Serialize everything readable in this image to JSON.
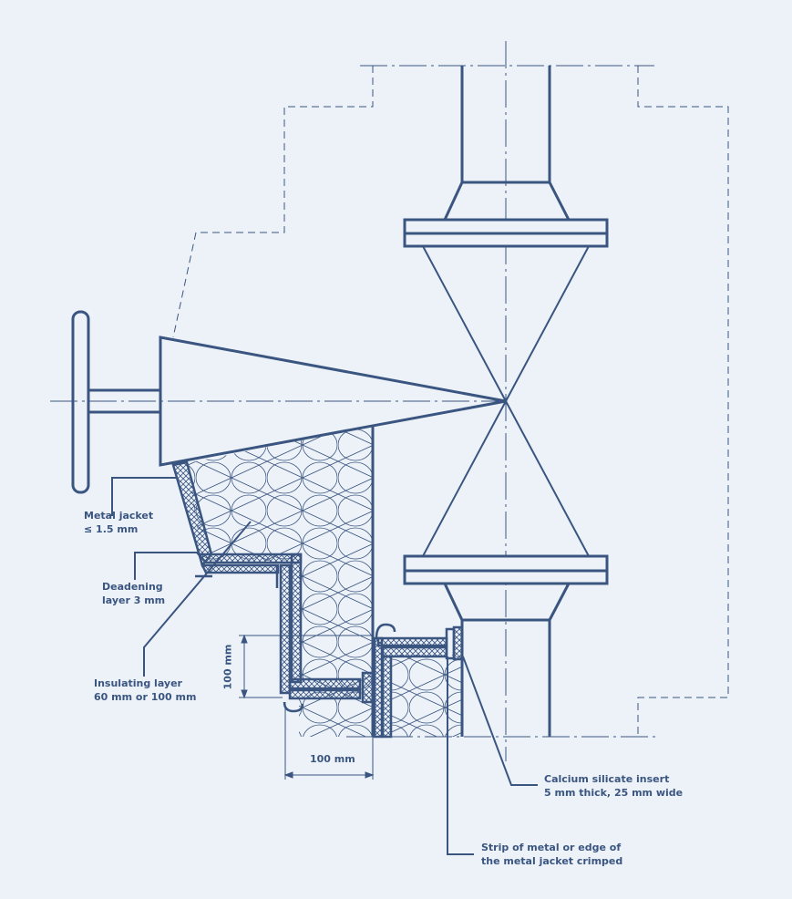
{
  "labels": {
    "metal_jacket": [
      "Metal jacket",
      "≤ 1.5 mm"
    ],
    "deadening": [
      "Deadening",
      "layer 3 mm"
    ],
    "insulating": [
      "Insulating layer",
      "60 mm or 100 mm"
    ],
    "dim_vertical": "100 mm",
    "dim_horizontal": "100 mm",
    "calcium": [
      "Calcium silicate insert",
      "5 mm thick, 25 mm wide"
    ],
    "strip": [
      "Strip of metal or edge of",
      "the metal jacket crimped"
    ]
  },
  "colors": {
    "line": "#3a5580",
    "background": "#edf2f9"
  }
}
